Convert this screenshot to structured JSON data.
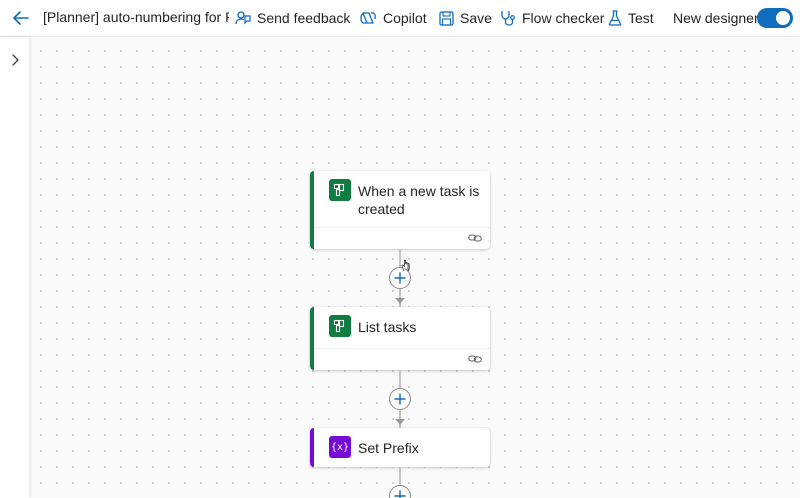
{
  "header": {
    "flow_title": "[Planner] auto-numbering for PLA",
    "send_feedback": "Send feedback",
    "copilot": "Copilot",
    "save": "Save",
    "flow_checker": "Flow checker",
    "test": "Test",
    "new_designer": "New designer",
    "new_designer_on": true
  },
  "flow": {
    "steps": [
      {
        "label": "When a new task is created",
        "icon": "planner-icon",
        "accent": "#107c41"
      },
      {
        "label": "List tasks",
        "icon": "planner-icon",
        "accent": "#107c41"
      },
      {
        "label": "Set Prefix",
        "icon": "variable-icon",
        "accent": "#770bd6"
      }
    ]
  },
  "colors": {
    "brand": "#0f6cbd",
    "planner": "#107c41",
    "variable": "#770bd6"
  }
}
